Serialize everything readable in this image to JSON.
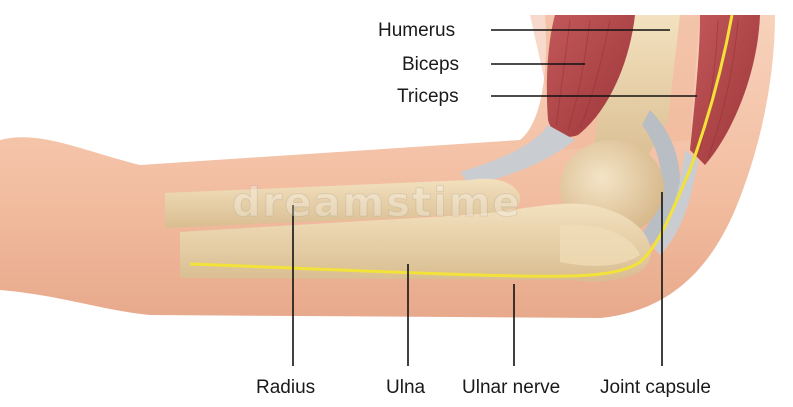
{
  "labels": {
    "humerus": "Humerus",
    "biceps": "Biceps",
    "triceps": "Triceps",
    "radius": "Radius",
    "ulna": "Ulna",
    "ulnar_nerve": "Ulnar nerve",
    "joint_capsule": "Joint capsule"
  },
  "watermark": "dreamstime",
  "colors": {
    "skin": "#f4c4a8",
    "skin_shadow": "#e9a98a",
    "bone": "#ead2a8",
    "bone_shadow": "#d8ba8a",
    "muscle": "#b8474a",
    "tendon": "#c9cdd2",
    "nerve": "#f2e23a",
    "leader_line": "#111111"
  }
}
